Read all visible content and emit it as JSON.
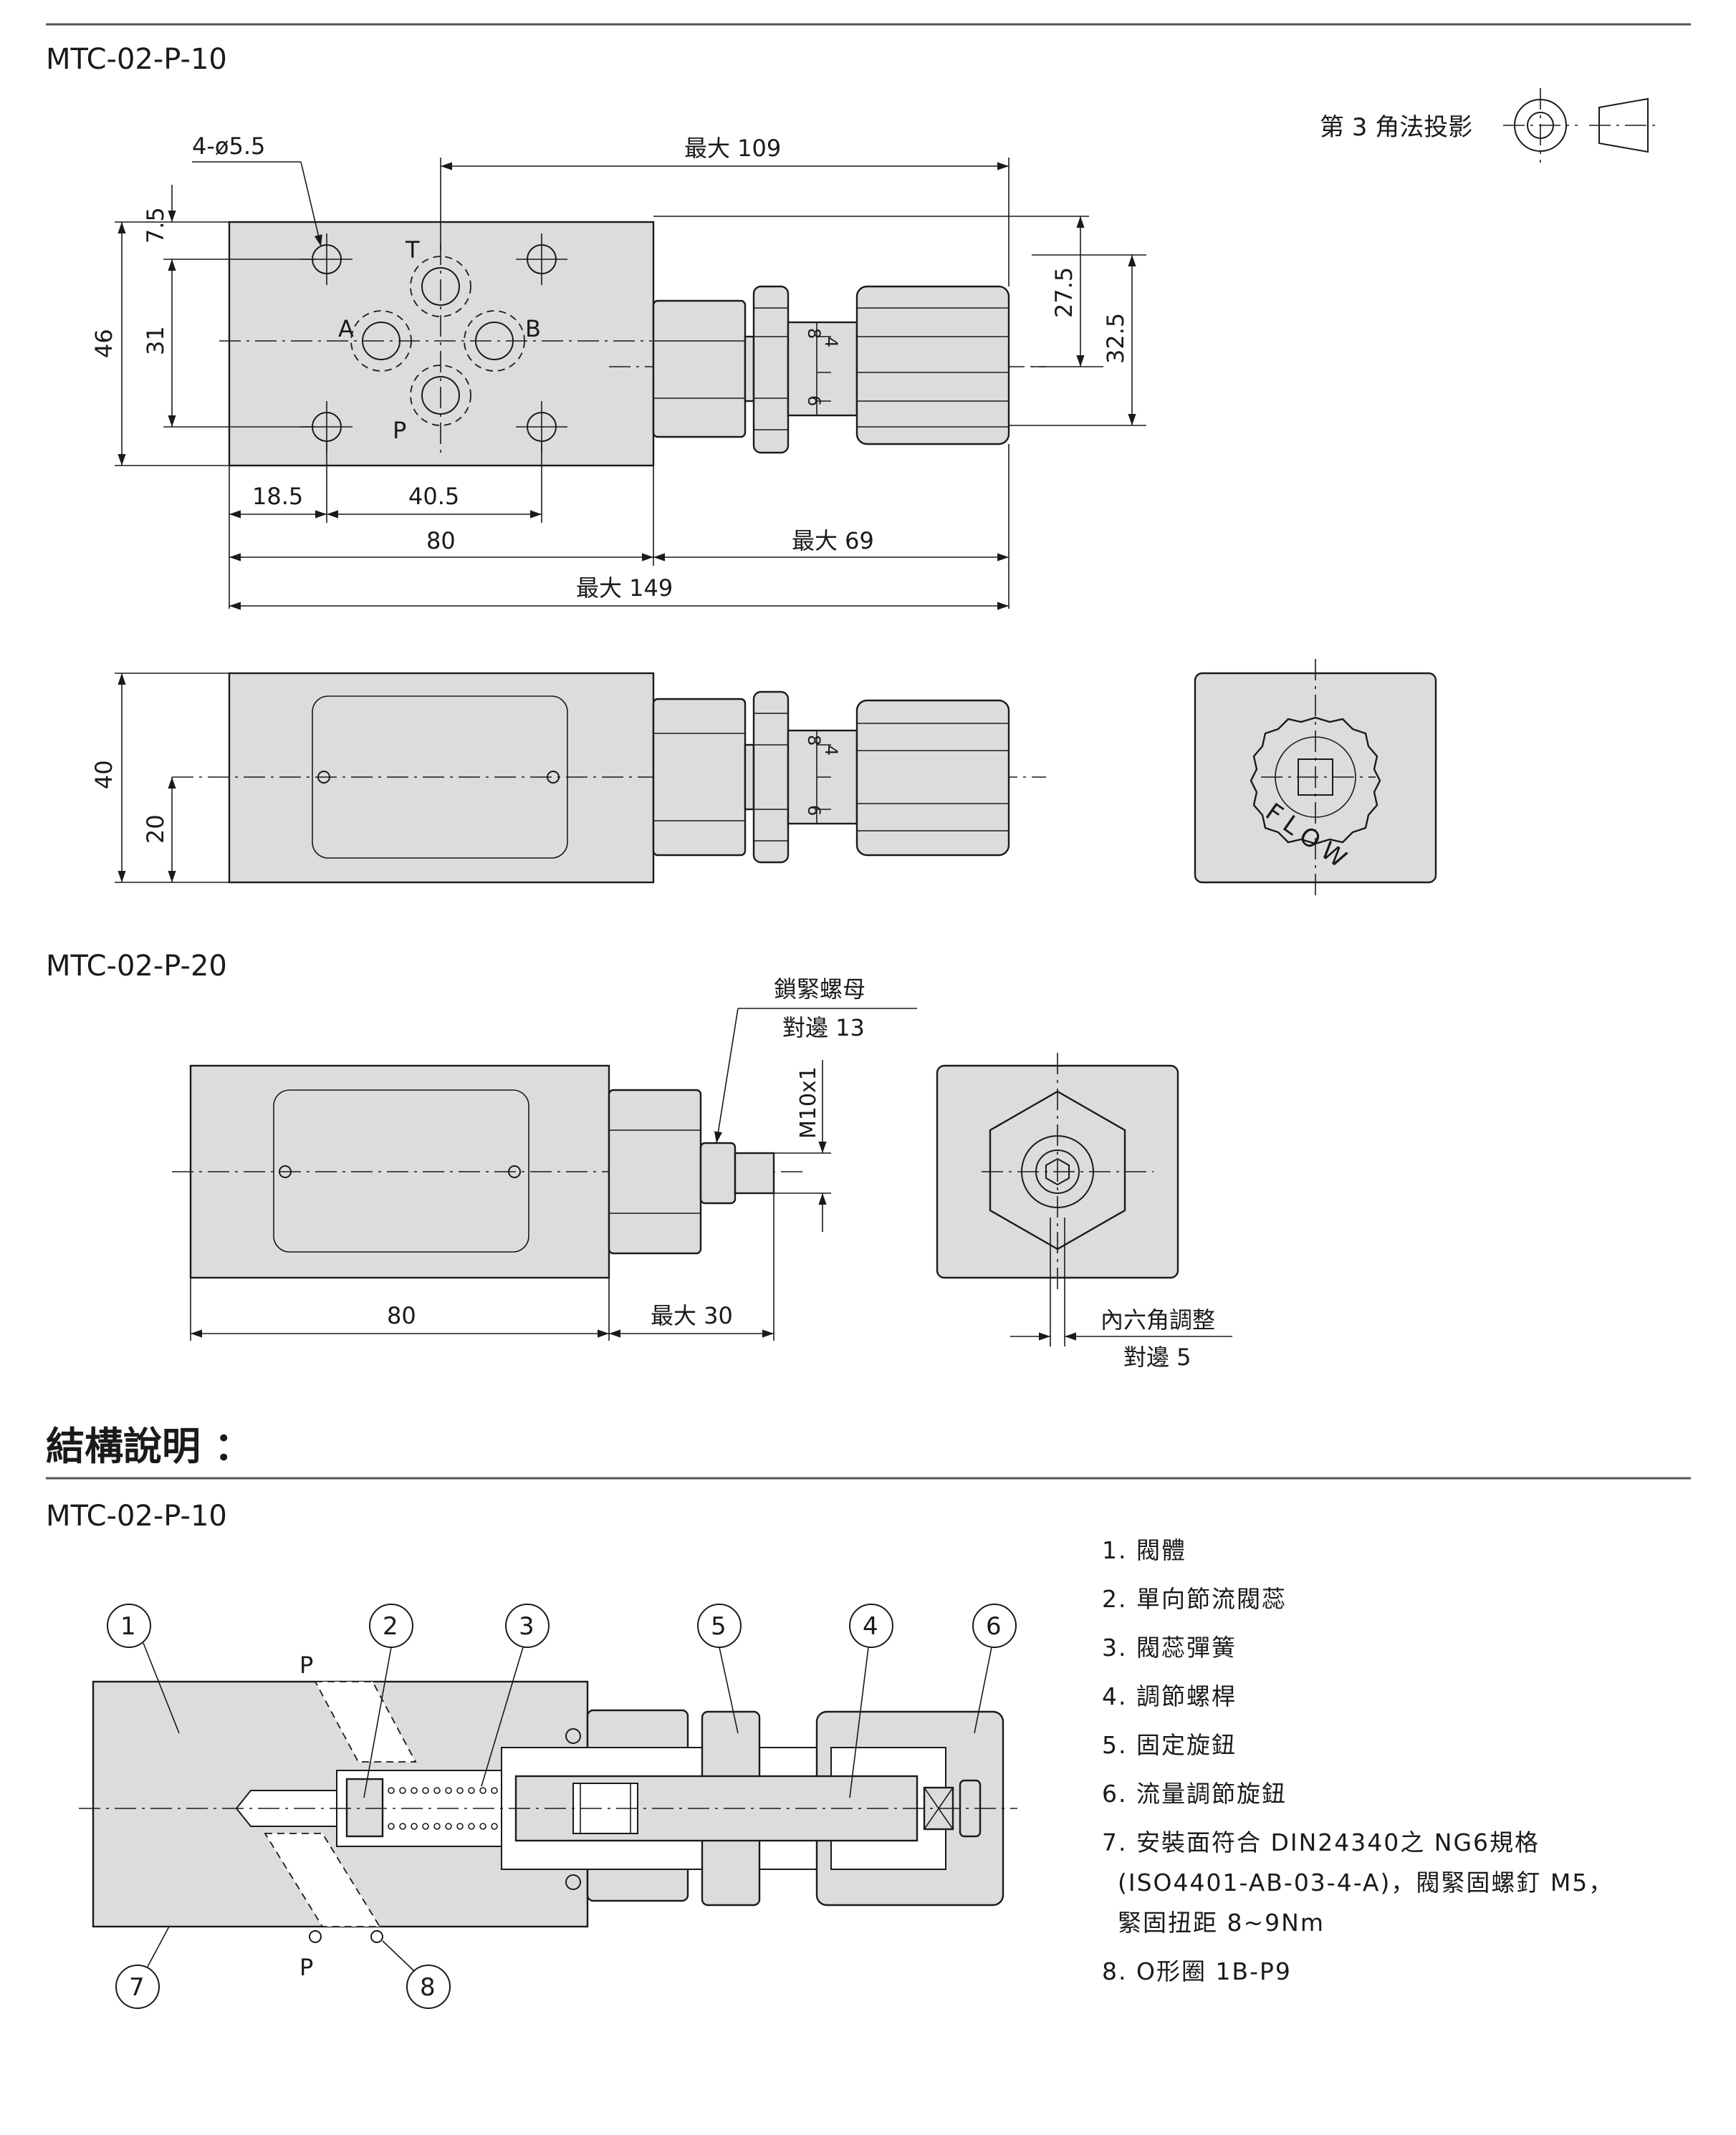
{
  "section_top": {
    "title_p10": "MTC-02-P-10",
    "projection": "第 3 角法投影",
    "title_p20": "MTC-02-P-20"
  },
  "dims_p10_top": {
    "holes": "4-ø5.5",
    "max_109": "最大 109",
    "d7_5": "7.5",
    "d46": "46",
    "d31": "31",
    "d27_5": "27.5",
    "d32_5": "32.5",
    "d18_5": "18.5",
    "d40_5": "40.5",
    "d80": "80",
    "max_69": "最大 69",
    "max_149": "最大 149",
    "port_t": "T",
    "port_a": "A",
    "port_b": "B",
    "port_p": "P",
    "scale_8": "8",
    "scale_4": "4",
    "scale_6": "6"
  },
  "dims_p10_side": {
    "d40": "40",
    "d20": "20",
    "flow": "FLOW",
    "scale_8": "8",
    "scale_4": "4",
    "scale_6": "6"
  },
  "dims_p20": {
    "locknut": "鎖緊螺母",
    "across_13": "對邊 13",
    "thread": "M10x1",
    "d80": "80",
    "max_30": "最大 30",
    "hex_adjust": "內六角調整",
    "across_5": "對邊 5"
  },
  "structure": {
    "heading": "結構說明 ：",
    "subtitle": "MTC-02-P-10",
    "callouts": [
      "1",
      "2",
      "3",
      "5",
      "4",
      "6",
      "7",
      "8"
    ],
    "port_p_top": "P",
    "port_p_bottom": "P"
  },
  "legend": [
    "1. 閥體",
    "2. 單向節流閥蕊",
    "3. 閥蕊彈簧",
    "4. 調節螺桿",
    "5. 固定旋鈕",
    "6. 流量調節旋鈕",
    "7. 安裝面符合 DIN24340之 NG6規格",
    "(ISO4401-AB-03-4-A)，閥緊固螺釘 M5，",
    "緊固扭距 8~9Nm",
    "8. O形圈 1B-P9"
  ]
}
